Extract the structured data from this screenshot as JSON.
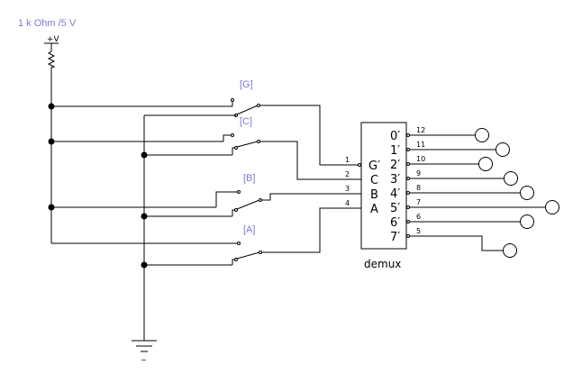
{
  "supply_label": "1 k Ohm /5 V",
  "vcc_label": "+V",
  "ground_label": "−",
  "switch_labels": [
    "[G]",
    "[C]",
    "[B]",
    "[A]"
  ],
  "chip_name": "demux",
  "input_labels": [
    "G′",
    "C",
    "B",
    "A"
  ],
  "input_pins": [
    "1",
    "2",
    "3",
    "4"
  ],
  "output_labels": [
    "0′",
    "1′",
    "2′",
    "3′",
    "4′",
    "5′",
    "6′",
    "7′"
  ],
  "output_pins": [
    "12",
    "11",
    "10",
    "9",
    "8",
    "7",
    "6",
    "5"
  ]
}
